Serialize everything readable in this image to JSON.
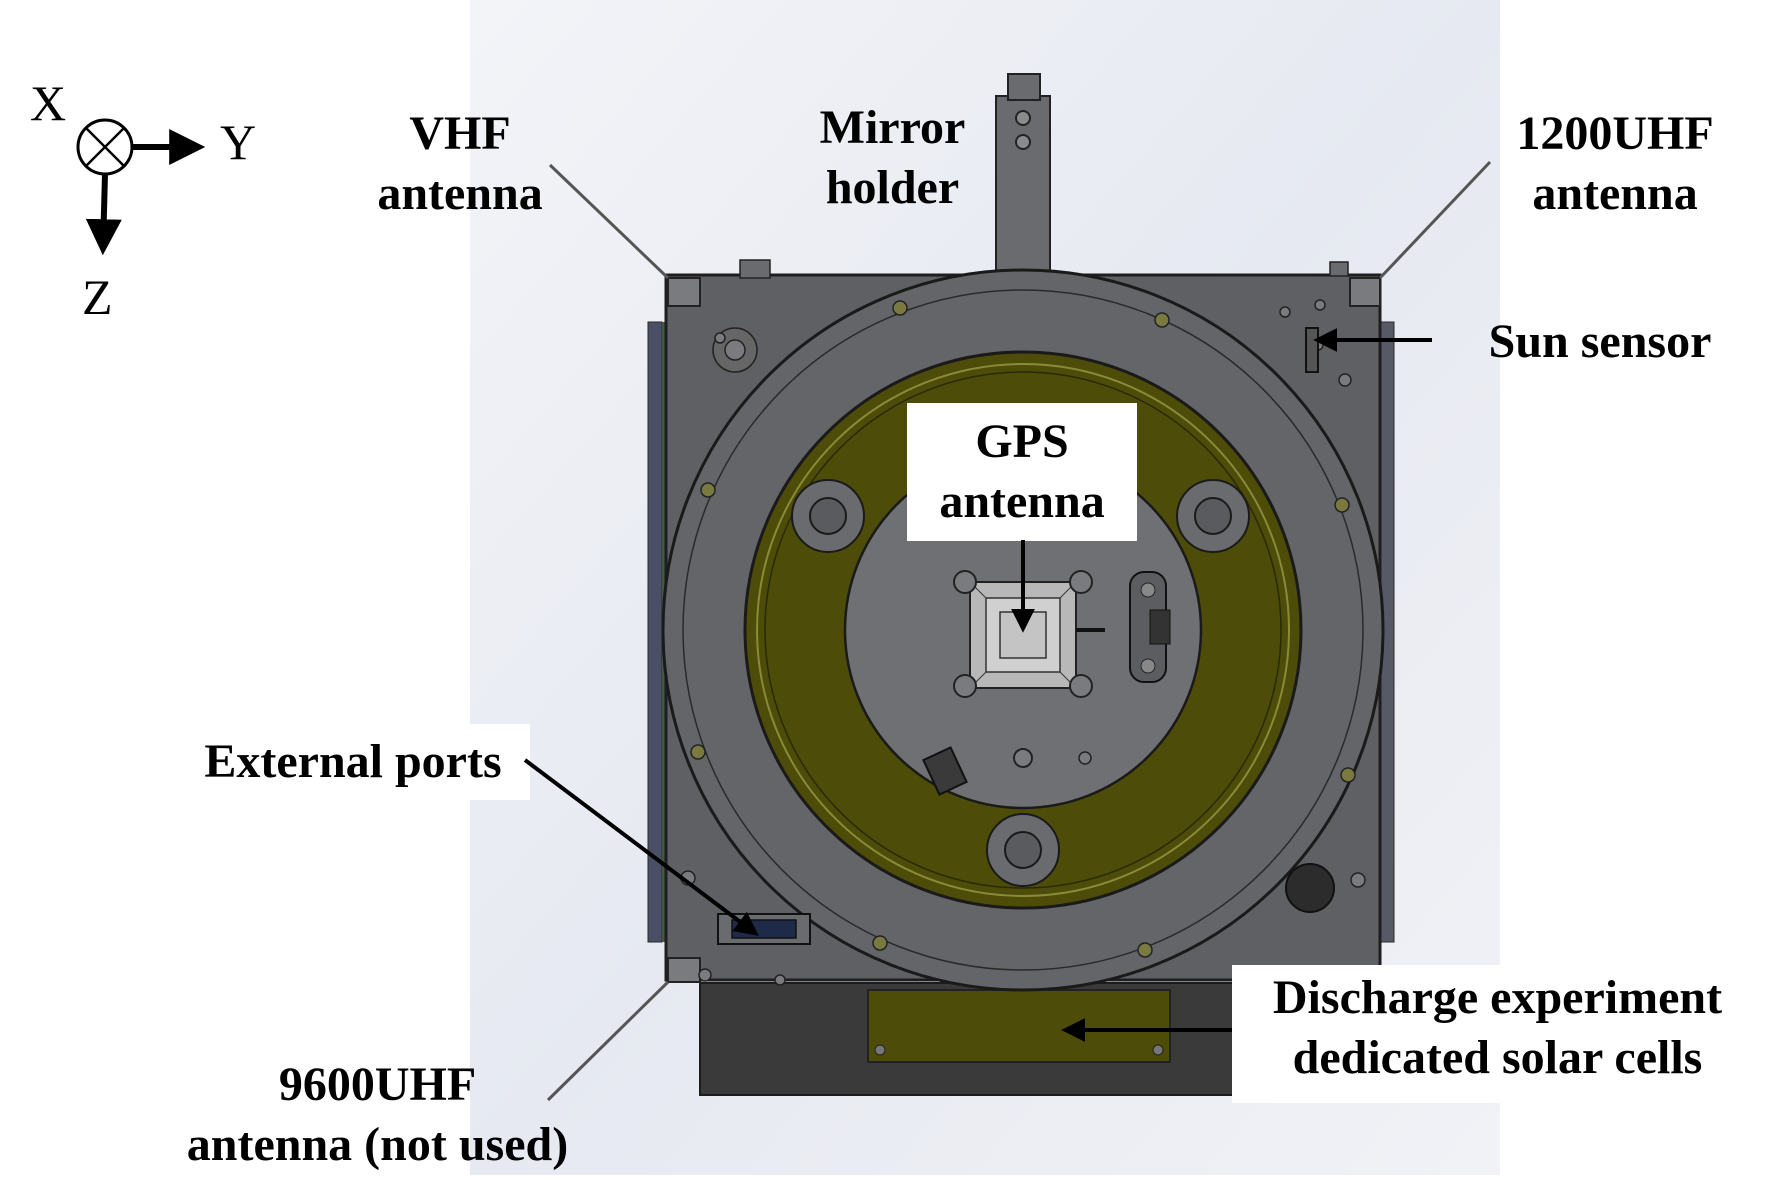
{
  "axes": {
    "x": "X",
    "y": "Y",
    "z": "Z"
  },
  "labels": {
    "vhf": [
      "VHF",
      "antenna"
    ],
    "mirror": [
      "Mirror",
      "holder"
    ],
    "uhf1200": [
      "1200UHF",
      "antenna"
    ],
    "sun_sensor": "Sun sensor",
    "gps": [
      "GPS",
      "antenna"
    ],
    "external_ports": "External ports",
    "uhf9600": [
      "9600UHF",
      "antenna (not used)"
    ],
    "discharge": [
      "Discharge experiment",
      "dedicated solar cells"
    ]
  },
  "colors": {
    "panel": "#5f6063",
    "ring": "#646568",
    "olive": "#4d4c08",
    "gray_inner": "#6f7073",
    "base": "#3a3a3a",
    "background": "#eef0f6"
  }
}
